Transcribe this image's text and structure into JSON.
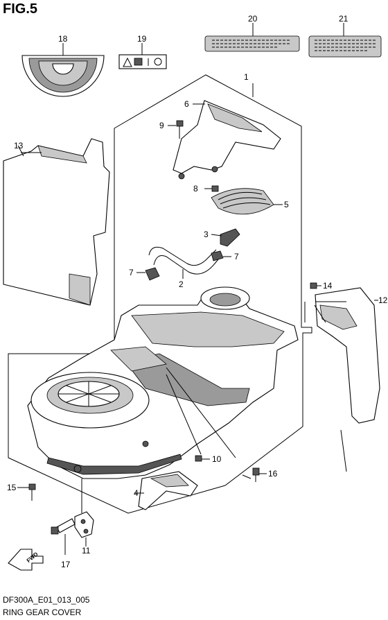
{
  "figure": {
    "title": "FIG.5",
    "code": "DF300A_E01_013_005",
    "caption": "RING GEAR COVER"
  },
  "fwd_label": "FWD",
  "callouts": [
    "1",
    "2",
    "3",
    "4",
    "5",
    "6",
    "7",
    "7",
    "8",
    "9",
    "10",
    "11",
    "12",
    "13",
    "14",
    "15",
    "16",
    "17",
    "18",
    "19",
    "20",
    "21"
  ]
}
